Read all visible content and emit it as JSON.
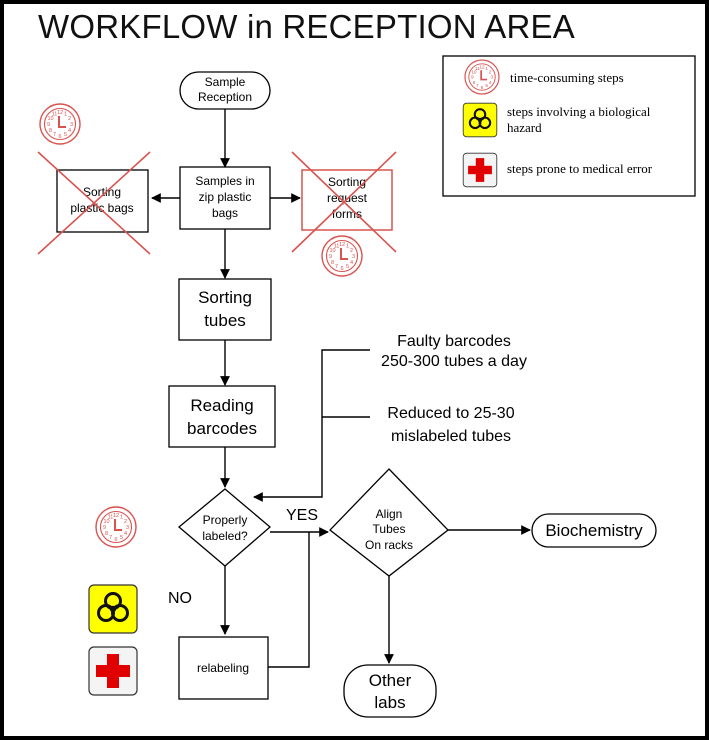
{
  "title": "WORKFLOW in RECEPTION AREA",
  "legend": {
    "clock": "time-consuming steps",
    "biohazard_line1": "steps involving a biological",
    "biohazard_line2": "hazard",
    "medical": "steps prone to medical error"
  },
  "nodes": {
    "sample_reception": [
      "Sample",
      "Reception"
    ],
    "samples_zip": [
      "Samples in",
      "zip plastic",
      "bags"
    ],
    "sorting_bags": [
      "Sorting",
      "plastic bags"
    ],
    "sorting_forms": [
      "Sorting",
      "request",
      "forms"
    ],
    "sorting_tubes": [
      "Sorting",
      "tubes"
    ],
    "reading_barcodes": [
      "Reading",
      "barcodes"
    ],
    "properly_labeled": [
      "Properly",
      "labeled?"
    ],
    "align_tubes": [
      "Align",
      "Tubes",
      "On racks"
    ],
    "biochemistry": "Biochemistry",
    "other_labs": [
      "Other",
      "labs"
    ],
    "relabeling": "relabeling"
  },
  "labels": {
    "yes": "YES",
    "no": "NO"
  },
  "annotations": {
    "faulty_line1": "Faulty barcodes",
    "faulty_line2": "250-300 tubes a day",
    "reduced_line1": "Reduced to 25-30",
    "reduced_line2": "mislabeled tubes"
  },
  "colors": {
    "clock": "#d9534f",
    "cross_out": "#d9534f",
    "hazard_bg": "#ffff00",
    "medical_cross": "#e00000"
  }
}
